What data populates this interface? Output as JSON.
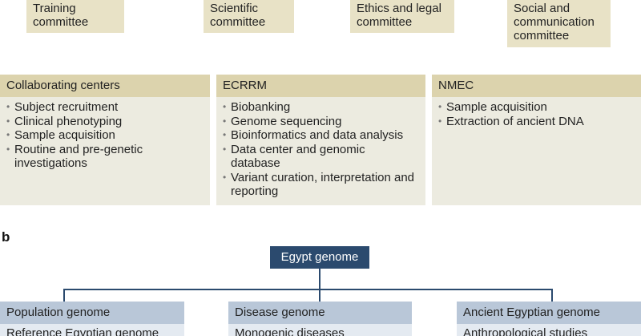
{
  "committees": [
    {
      "label": "Training\ncommittee"
    },
    {
      "label": "Scientific\ncommittee"
    },
    {
      "label": "Ethics and legal\ncommittee"
    },
    {
      "label": "Social and\ncommunication\ncommittee"
    }
  ],
  "panels": [
    {
      "title": "Collaborating centers",
      "items": [
        "Subject recruitment",
        "Clinical phenotyping",
        "Sample acquisition",
        "Routine and pre-genetic investigations"
      ]
    },
    {
      "title": "ECRRM",
      "items": [
        "Biobanking",
        "Genome sequencing",
        "Bioinformatics and data analysis",
        "Data center and genomic database",
        "Variant curation, interpretation and reporting"
      ]
    },
    {
      "title": "NMEC",
      "items": [
        "Sample acquisition",
        "Extraction of ancient DNA"
      ]
    }
  ],
  "section_b": {
    "label": "b",
    "root": "Egypt genome",
    "branches": [
      {
        "title": "Population genome",
        "first_item": "Reference Egyptian genome"
      },
      {
        "title": "Disease genome",
        "first_item": "Monogenic diseases"
      },
      {
        "title": "Ancient Egyptian genome",
        "first_item": "Anthropological studies"
      }
    ]
  },
  "colors": {
    "committee_fill": "#e8e2c6",
    "panel_header": "#dcd3ad",
    "panel_body": "#ecebe0",
    "root_fill": "#2b4a6e",
    "branch_header": "#b9c7d8"
  }
}
